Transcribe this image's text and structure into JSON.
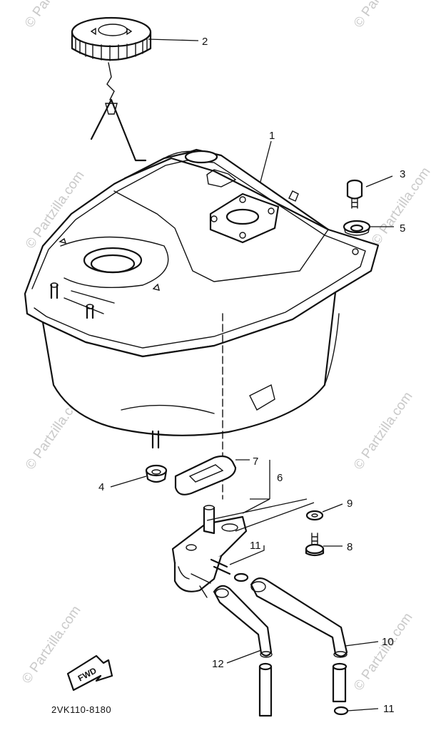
{
  "watermark": "© Partzilla.com",
  "callouts": [
    "1",
    "2",
    "3",
    "4",
    "5",
    "6",
    "7",
    "8",
    "9",
    "10",
    "11",
    "11",
    "12"
  ],
  "fwd_label": "FWD",
  "diagram_code": "2VK110-8180"
}
